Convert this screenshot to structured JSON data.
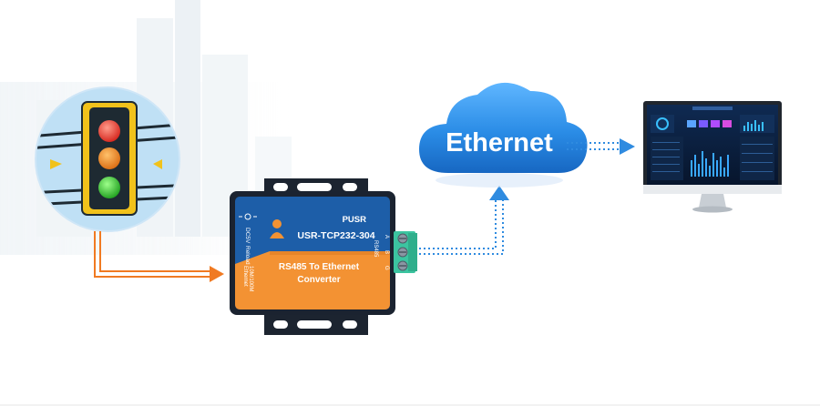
{
  "cloud": {
    "label": "Ethernet"
  },
  "device": {
    "brand": "PUSR",
    "model": "USR-TCP232-304",
    "subtitle_line1": "RS485 To Ethernet",
    "subtitle_line2": "Converter",
    "left_labels": [
      "DC5V",
      "Reload",
      "10M/100M",
      "Ethernet"
    ],
    "terminal_labels": [
      "RS485",
      "A",
      "B",
      "G"
    ]
  },
  "colors": {
    "device_blue": "#1d5ea8",
    "device_orange": "#f39233",
    "cloud_blue": "#2a8ce6",
    "arrow_orange": "#f07a22",
    "dotted_blue": "#2f8be0",
    "terminal_green": "#3cc4a0",
    "monitor_screen": "#0b1f3d"
  },
  "icons": {
    "traffic_light": "traffic-light-icon",
    "monitor": "monitor-dashboard-icon",
    "person": "person-icon",
    "cloud": "cloud-icon"
  }
}
